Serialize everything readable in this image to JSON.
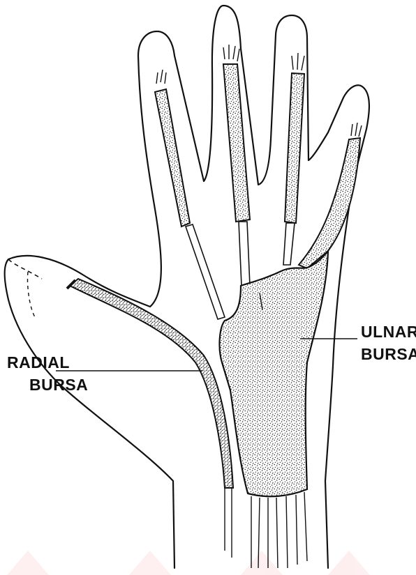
{
  "labels": {
    "radial_line1": "RADIAL",
    "radial_line2": "BURSA",
    "ulnar_line1": "ULNAR",
    "ulnar_line2": "BURSA"
  },
  "colors": {
    "ink": "#111111",
    "stipple": "#1a1a1a",
    "background": "#ffffff",
    "watermark": "#fde3e3"
  }
}
